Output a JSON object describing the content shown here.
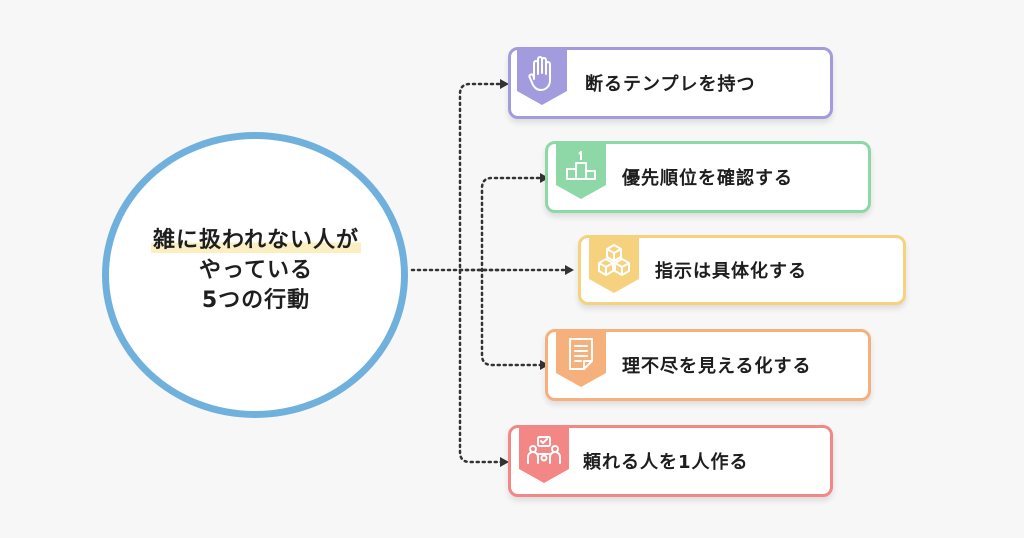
{
  "center": {
    "line1": "雑に扱われない人が",
    "line2": "やっている",
    "line3": "5つの行動"
  },
  "items": [
    {
      "label": "断るテンプレを持つ",
      "color": "#a29cde",
      "icon": "hand-icon"
    },
    {
      "label": "優先順位を確認する",
      "color": "#8dd8a6",
      "icon": "podium-icon"
    },
    {
      "label": "指示は具体化する",
      "color": "#f6d27f",
      "icon": "boxes-icon"
    },
    {
      "label": "理不尽を見える化する",
      "color": "#f5b07c",
      "icon": "document-icon"
    },
    {
      "label": "頼れる人を1人作る",
      "color": "#f28785",
      "icon": "team-icon"
    }
  ],
  "colors": {
    "circle_border": "#6fb1dc",
    "connector": "#333333",
    "highlight": "#fbeec0"
  }
}
